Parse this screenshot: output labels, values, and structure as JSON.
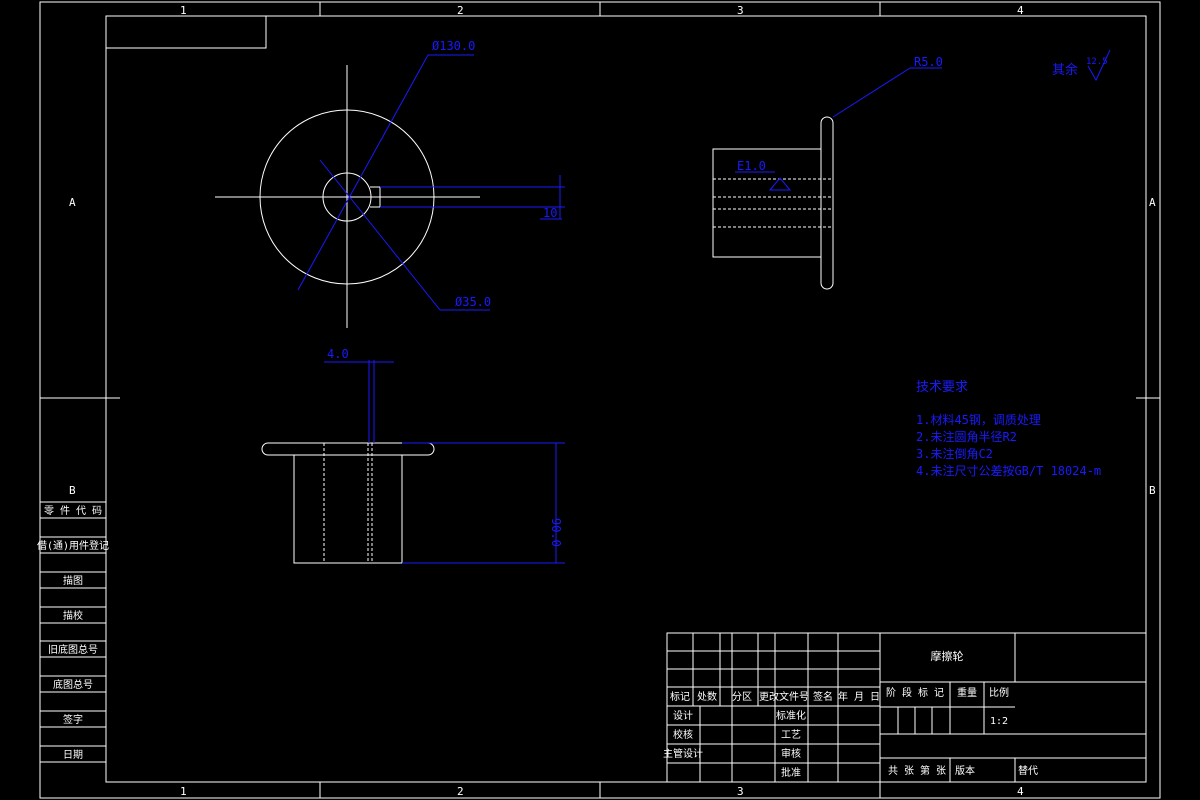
{
  "frame": {
    "col_labels": [
      "1",
      "2",
      "3",
      "4"
    ],
    "row_labels": [
      "A",
      "B"
    ]
  },
  "dimensions": {
    "outer_diameter": "Ø130.0",
    "bore_diameter": "Ø35.0",
    "keyway_depth": "10",
    "flange_radius": "R5.0",
    "chamfer": "E1.0",
    "flange_thickness": "4.0",
    "hub_height": "90.0"
  },
  "roughness": {
    "label": "其余",
    "value": "12.5"
  },
  "tech_req": {
    "title": "技术要求",
    "items": [
      "1.材料45钢，调质处理",
      "2.未注圆角半径R2",
      "3.未注倒角C2",
      "4.未注尺寸公差按GB/T 18024-m"
    ]
  },
  "side_table": {
    "rows": [
      "零 件 代 码",
      "借(通)用件登记",
      "描图",
      "描校",
      "旧底图总号",
      "底图总号",
      "签字",
      "日期"
    ]
  },
  "title_block": {
    "part_name": "摩擦轮",
    "headers": [
      "标记",
      "处数",
      "分区",
      "更改文件号",
      "签名",
      "年 月 日"
    ],
    "roles_left": [
      "设计",
      "校核",
      "主管设计"
    ],
    "roles_mid": [
      "标准化",
      "工艺",
      "审核",
      "批准"
    ],
    "stage_label": "阶 段 标 记",
    "weight_label": "重量",
    "scale_label": "比例",
    "scale_value": "1:2",
    "sheet_info": "共  张  第  张",
    "version_label": "版本",
    "replace_label": "替代"
  }
}
